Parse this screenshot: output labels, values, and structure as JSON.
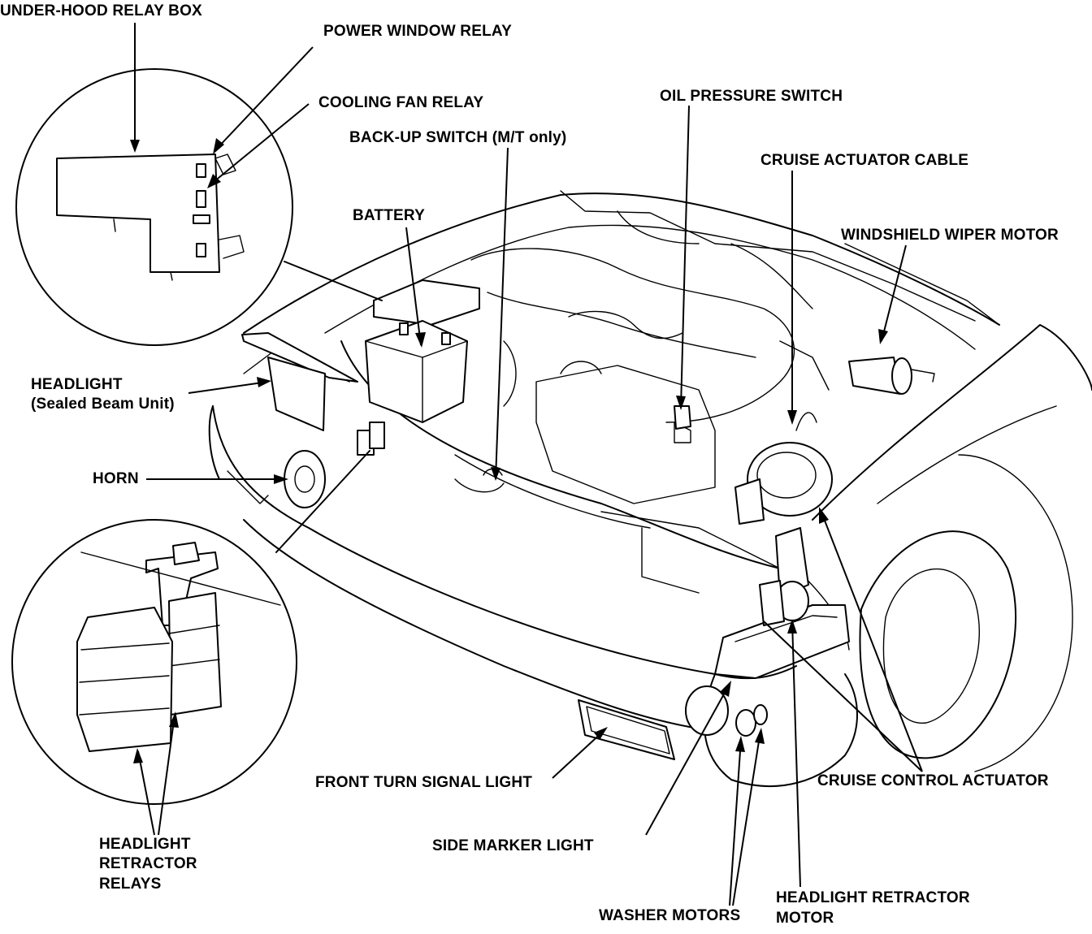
{
  "labels": {
    "under_hood_relay_box": "UNDER-HOOD RELAY BOX",
    "power_window_relay": "POWER WINDOW RELAY",
    "cooling_fan_relay": "COOLING FAN RELAY",
    "backup_switch": "BACK-UP SWITCH (M/T only)",
    "battery": "BATTERY",
    "oil_pressure_switch": "OIL PRESSURE SWITCH",
    "cruise_actuator_cable": "CRUISE ACTUATOR CABLE",
    "windshield_wiper_motor": "WINDSHIELD WIPER MOTOR",
    "headlight_line1": "HEADLIGHT",
    "headlight_line2": "(Sealed Beam Unit)",
    "horn": "HORN",
    "headlight_retractor_relays_line1": "HEADLIGHT",
    "headlight_retractor_relays_line2": "RETRACTOR",
    "headlight_retractor_relays_line3": "RELAYS",
    "front_turn_signal_light": "FRONT TURN SIGNAL LIGHT",
    "side_marker_light": "SIDE MARKER LIGHT",
    "cruise_control_actuator": "CRUISE CONTROL ACTUATOR",
    "washer_motors": "WASHER MOTORS",
    "headlight_retractor_motor_line1": "HEADLIGHT RETRACTOR",
    "headlight_retractor_motor_line2": "MOTOR"
  },
  "colors": {
    "ink": "#000000",
    "paper": "#ffffff"
  }
}
